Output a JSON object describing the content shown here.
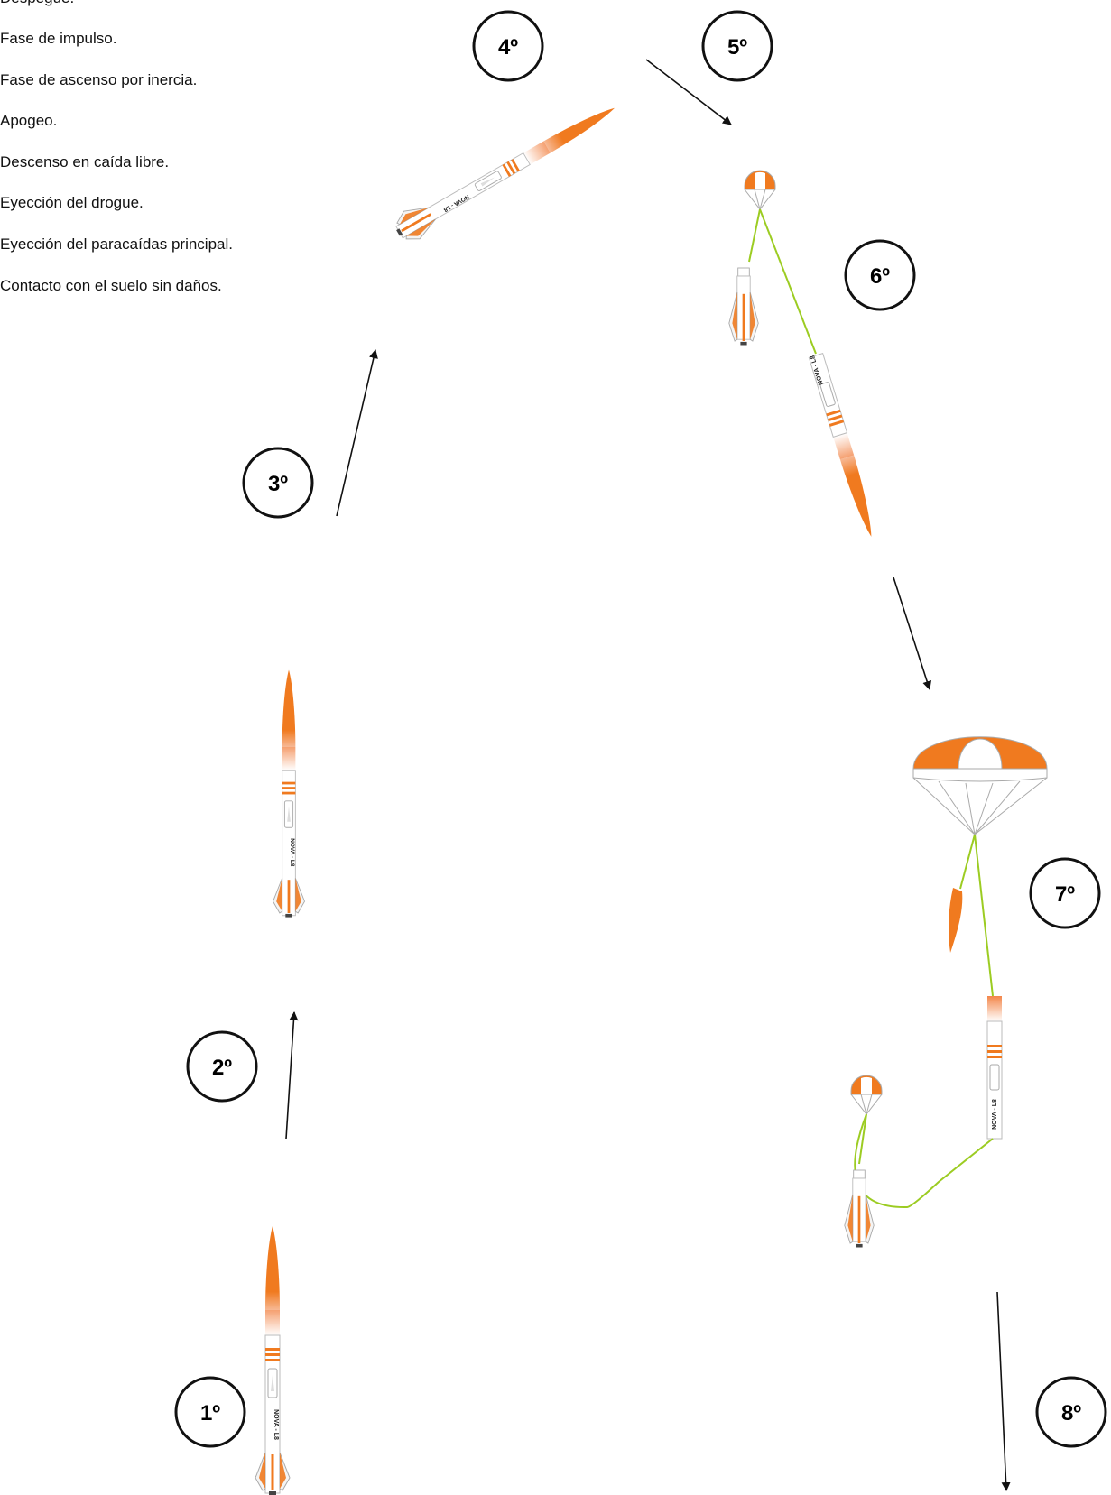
{
  "legend": [
    "Despegue.",
    "Fase de impulso.",
    "Fase de ascenso por inercia.",
    "Apogeo.",
    "Descenso en caída libre.",
    "Eyección del drogue.",
    "Eyección del paracaídas principal.",
    "Contacto con el suelo sin daños."
  ],
  "stages": [
    "1º",
    "2º",
    "3º",
    "4º",
    "5º",
    "6º",
    "7º",
    "8º"
  ],
  "rocket_label": "NOVA - L8",
  "colors": {
    "orange": "#f07a1f",
    "line": "#111111",
    "cord": "#9ccc22",
    "body": "#ffffff",
    "edge": "#b8b8b8"
  }
}
